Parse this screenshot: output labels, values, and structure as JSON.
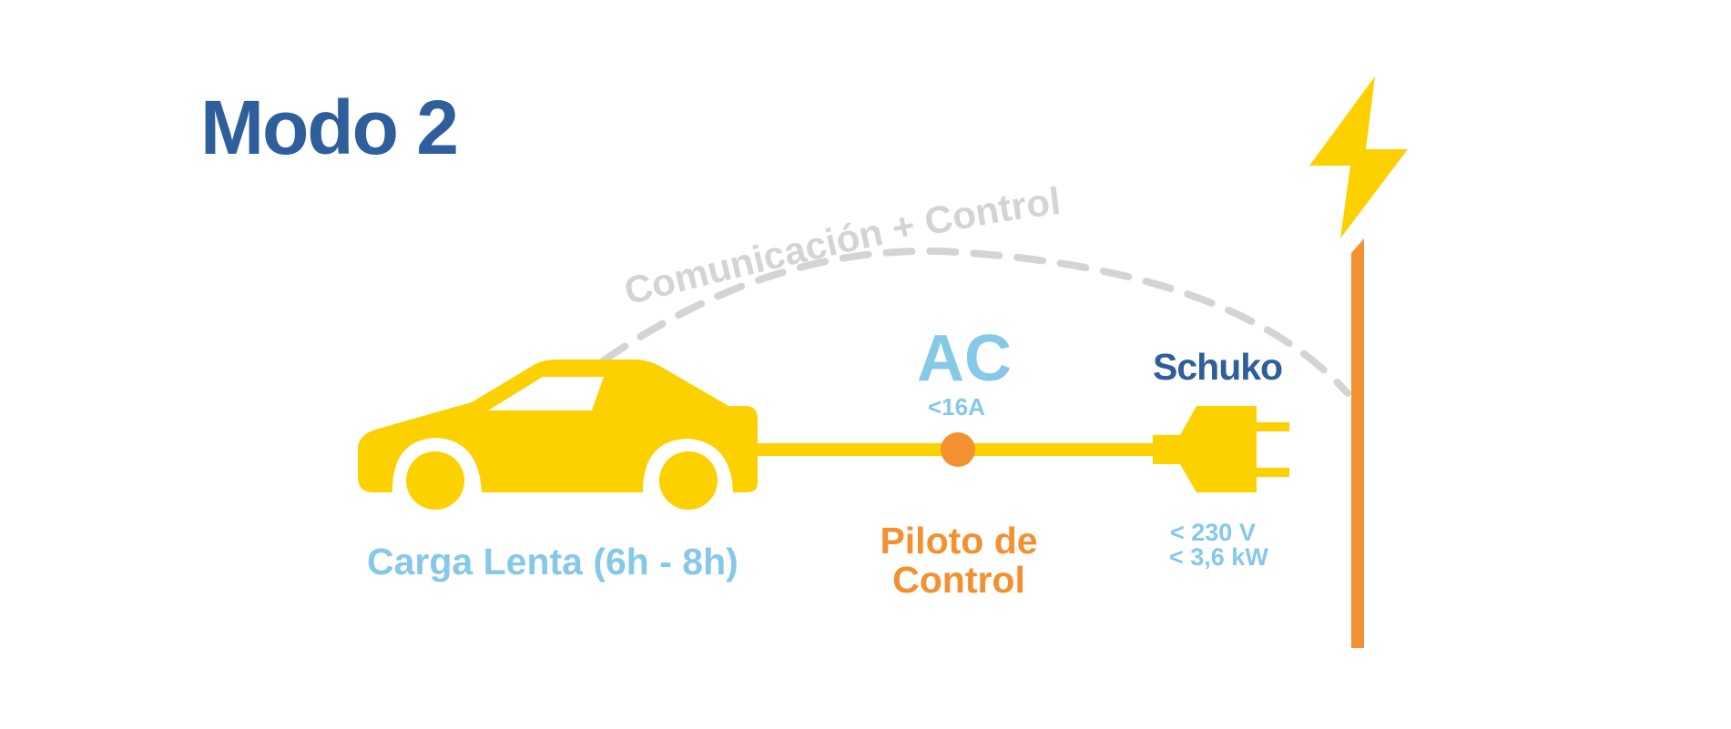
{
  "title": "Modo 2",
  "communication_label": "Comunicación + Control",
  "current_type": "AC",
  "current_limit": "<16A",
  "connector": "Schuko",
  "charge_speed": "Carga Lenta (6h - 8h)",
  "pilot_label": "Piloto de Control",
  "voltage": "< 230 V",
  "power": "< 3,6 kW",
  "colors": {
    "title_blue": "#2e5f9c",
    "light_blue": "#85c8e8",
    "yellow": "#fdd000",
    "orange": "#f39130",
    "grey": "#d4d4d4"
  },
  "icons": [
    "car-icon",
    "schuko-plug-icon",
    "lightning-bolt-icon",
    "pilot-dot-icon"
  ]
}
